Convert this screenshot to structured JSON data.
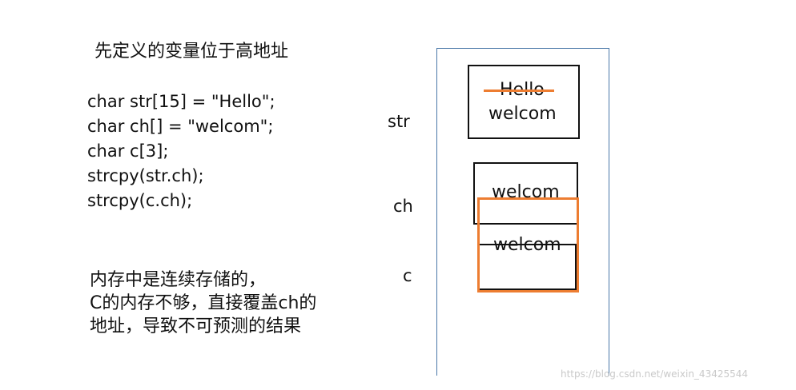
{
  "title": "先定义的变量位于高地址",
  "code_lines": [
    "char str[15] = \"Hello\";",
    "char ch[] = \"welcom\";",
    "char c[3];",
    "strcpy(str.ch);",
    "strcpy(c.ch);"
  ],
  "note_lines": [
    "内存中是连续存储的，",
    "C的内存不够，直接覆盖ch的",
    "地址，导致不可预测的结果"
  ],
  "labels": {
    "str": "str",
    "ch": "ch",
    "c": "c"
  },
  "memory": {
    "str_old": "Hello",
    "str_new": "welcom",
    "ch_value": "welcom",
    "c_overflow": "welcom"
  },
  "watermark": "https://blog.csdn.net/weixin_43425544",
  "colors": {
    "highlight": "#ed7d31",
    "memory_border": "#4a78a8",
    "box_border": "#111111"
  }
}
